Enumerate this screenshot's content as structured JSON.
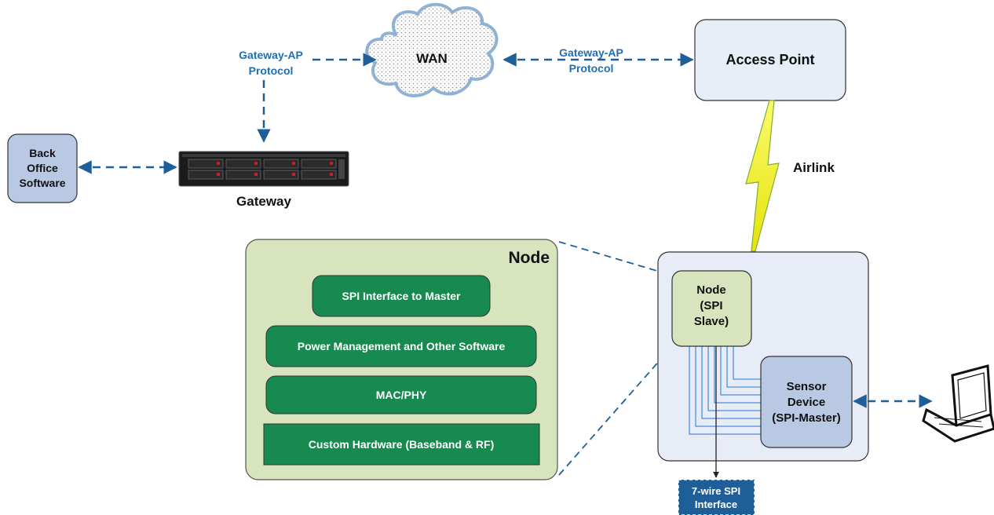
{
  "labels": {
    "gateway_ap_left_1": "Gateway-AP",
    "gateway_ap_left_2": "Protocol",
    "gateway_ap_right_1": "Gateway-AP",
    "gateway_ap_right_2": "Protocol",
    "wan": "WAN",
    "access_point": "Access Point",
    "airlink": "Airlink",
    "back_office_1": "Back",
    "back_office_2": "Office",
    "back_office_3": "Software",
    "gateway": "Gateway",
    "node_panel_title": "Node",
    "layer_spi": "SPI Interface to Master",
    "layer_power": "Power Management and Other Software",
    "layer_mac": "MAC/PHY",
    "layer_hw": "Custom Hardware (Baseband & RF)",
    "node_slave_1": "Node",
    "node_slave_2": "(SPI",
    "node_slave_3": "Slave)",
    "sensor_1": "Sensor",
    "sensor_2": "Device",
    "sensor_3": "(SPI-Master)",
    "spi_tag_1": "7-wire SPI",
    "spi_tag_2": "Interface"
  },
  "colors": {
    "arrow_blue": "#1f5f99",
    "label_blue": "#1f6fb5",
    "node_panel_fill": "#d7e4bd",
    "layer_green": "#178a4f",
    "box_blue_fill": "#b9c9e4",
    "ap_fill": "#e8eef8",
    "device_fill": "#e7ecf6",
    "spi_wire_blue": "#4a90d9",
    "airlink_yellow": "#f2f01a",
    "spi_tag_fill": "#1f5f99"
  },
  "icons": [
    "cloud-icon",
    "server-rack-icon",
    "laptop-icon",
    "lightning-bolt-icon"
  ]
}
